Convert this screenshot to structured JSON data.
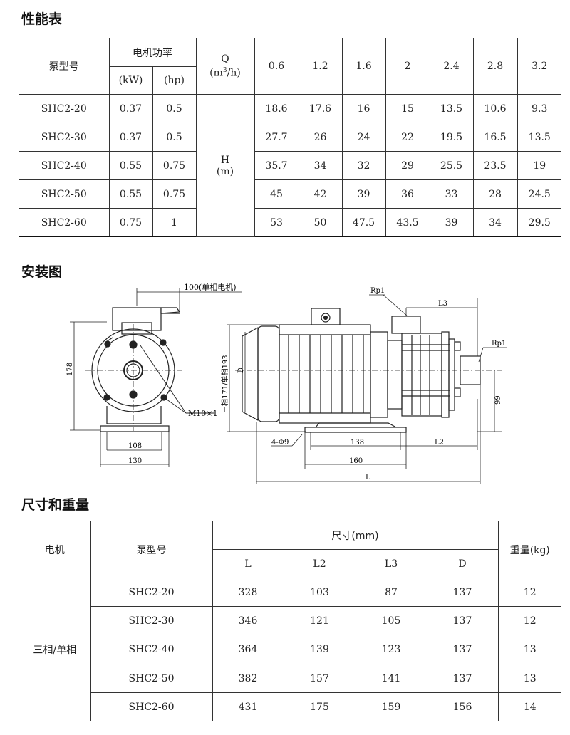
{
  "sections": {
    "performance": "性能表",
    "installation": "安装图",
    "dimensions": "尺寸和重量"
  },
  "perf": {
    "pump_model": "泵型号",
    "motor_power": "电机功率",
    "kw": "(kW)",
    "hp": "(hp)",
    "q_label": "Q",
    "q_unit_pre": "(m",
    "q_unit_sup": "3",
    "q_unit_post": "/h)",
    "h_label": "H",
    "h_unit": "(m)",
    "flows": [
      "0.6",
      "1.2",
      "1.6",
      "2",
      "2.4",
      "2.8",
      "3.2"
    ],
    "rows": [
      {
        "model": "SHC2-20",
        "kw": "0.37",
        "hp": "0.5",
        "h": [
          "18.6",
          "17.6",
          "16",
          "15",
          "13.5",
          "10.6",
          "9.3"
        ]
      },
      {
        "model": "SHC2-30",
        "kw": "0.37",
        "hp": "0.5",
        "h": [
          "27.7",
          "26",
          "24",
          "22",
          "19.5",
          "16.5",
          "13.5"
        ]
      },
      {
        "model": "SHC2-40",
        "kw": "0.55",
        "hp": "0.75",
        "h": [
          "35.7",
          "34",
          "32",
          "29",
          "25.5",
          "23.5",
          "19"
        ]
      },
      {
        "model": "SHC2-50",
        "kw": "0.55",
        "hp": "0.75",
        "h": [
          "45",
          "42",
          "39",
          "36",
          "33",
          "28",
          "24.5"
        ]
      },
      {
        "model": "SHC2-60",
        "kw": "0.75",
        "hp": "1",
        "h": [
          "53",
          "50",
          "47.5",
          "43.5",
          "39",
          "34",
          "29.5"
        ]
      }
    ]
  },
  "drawing": {
    "d100": "100(单相电机)",
    "d178": "178",
    "m10": "M10×1",
    "d108": "108",
    "d130": "130",
    "rp1_top": "Rp1",
    "rp1_side": "Rp1",
    "l3": "L3",
    "d_label": "D",
    "height_label": "三相171/单相193",
    "d99": "99",
    "holes": "4-Φ9",
    "d138": "138",
    "l2": "L2",
    "d160": "160",
    "l": "L"
  },
  "dims": {
    "motor": "电机",
    "pump_model": "泵型号",
    "size": "尺寸(mm)",
    "weight": "重量(kg)",
    "cols": [
      "L",
      "L2",
      "L3",
      "D"
    ],
    "motor_type": "三相/单相",
    "rows": [
      {
        "model": "SHC2-20",
        "vals": [
          "328",
          "103",
          "87",
          "137"
        ],
        "w": "12"
      },
      {
        "model": "SHC2-30",
        "vals": [
          "346",
          "121",
          "105",
          "137"
        ],
        "w": "12"
      },
      {
        "model": "SHC2-40",
        "vals": [
          "364",
          "139",
          "123",
          "137"
        ],
        "w": "13"
      },
      {
        "model": "SHC2-50",
        "vals": [
          "382",
          "157",
          "141",
          "137"
        ],
        "w": "13"
      },
      {
        "model": "SHC2-60",
        "vals": [
          "431",
          "175",
          "159",
          "156"
        ],
        "w": "14"
      }
    ]
  }
}
